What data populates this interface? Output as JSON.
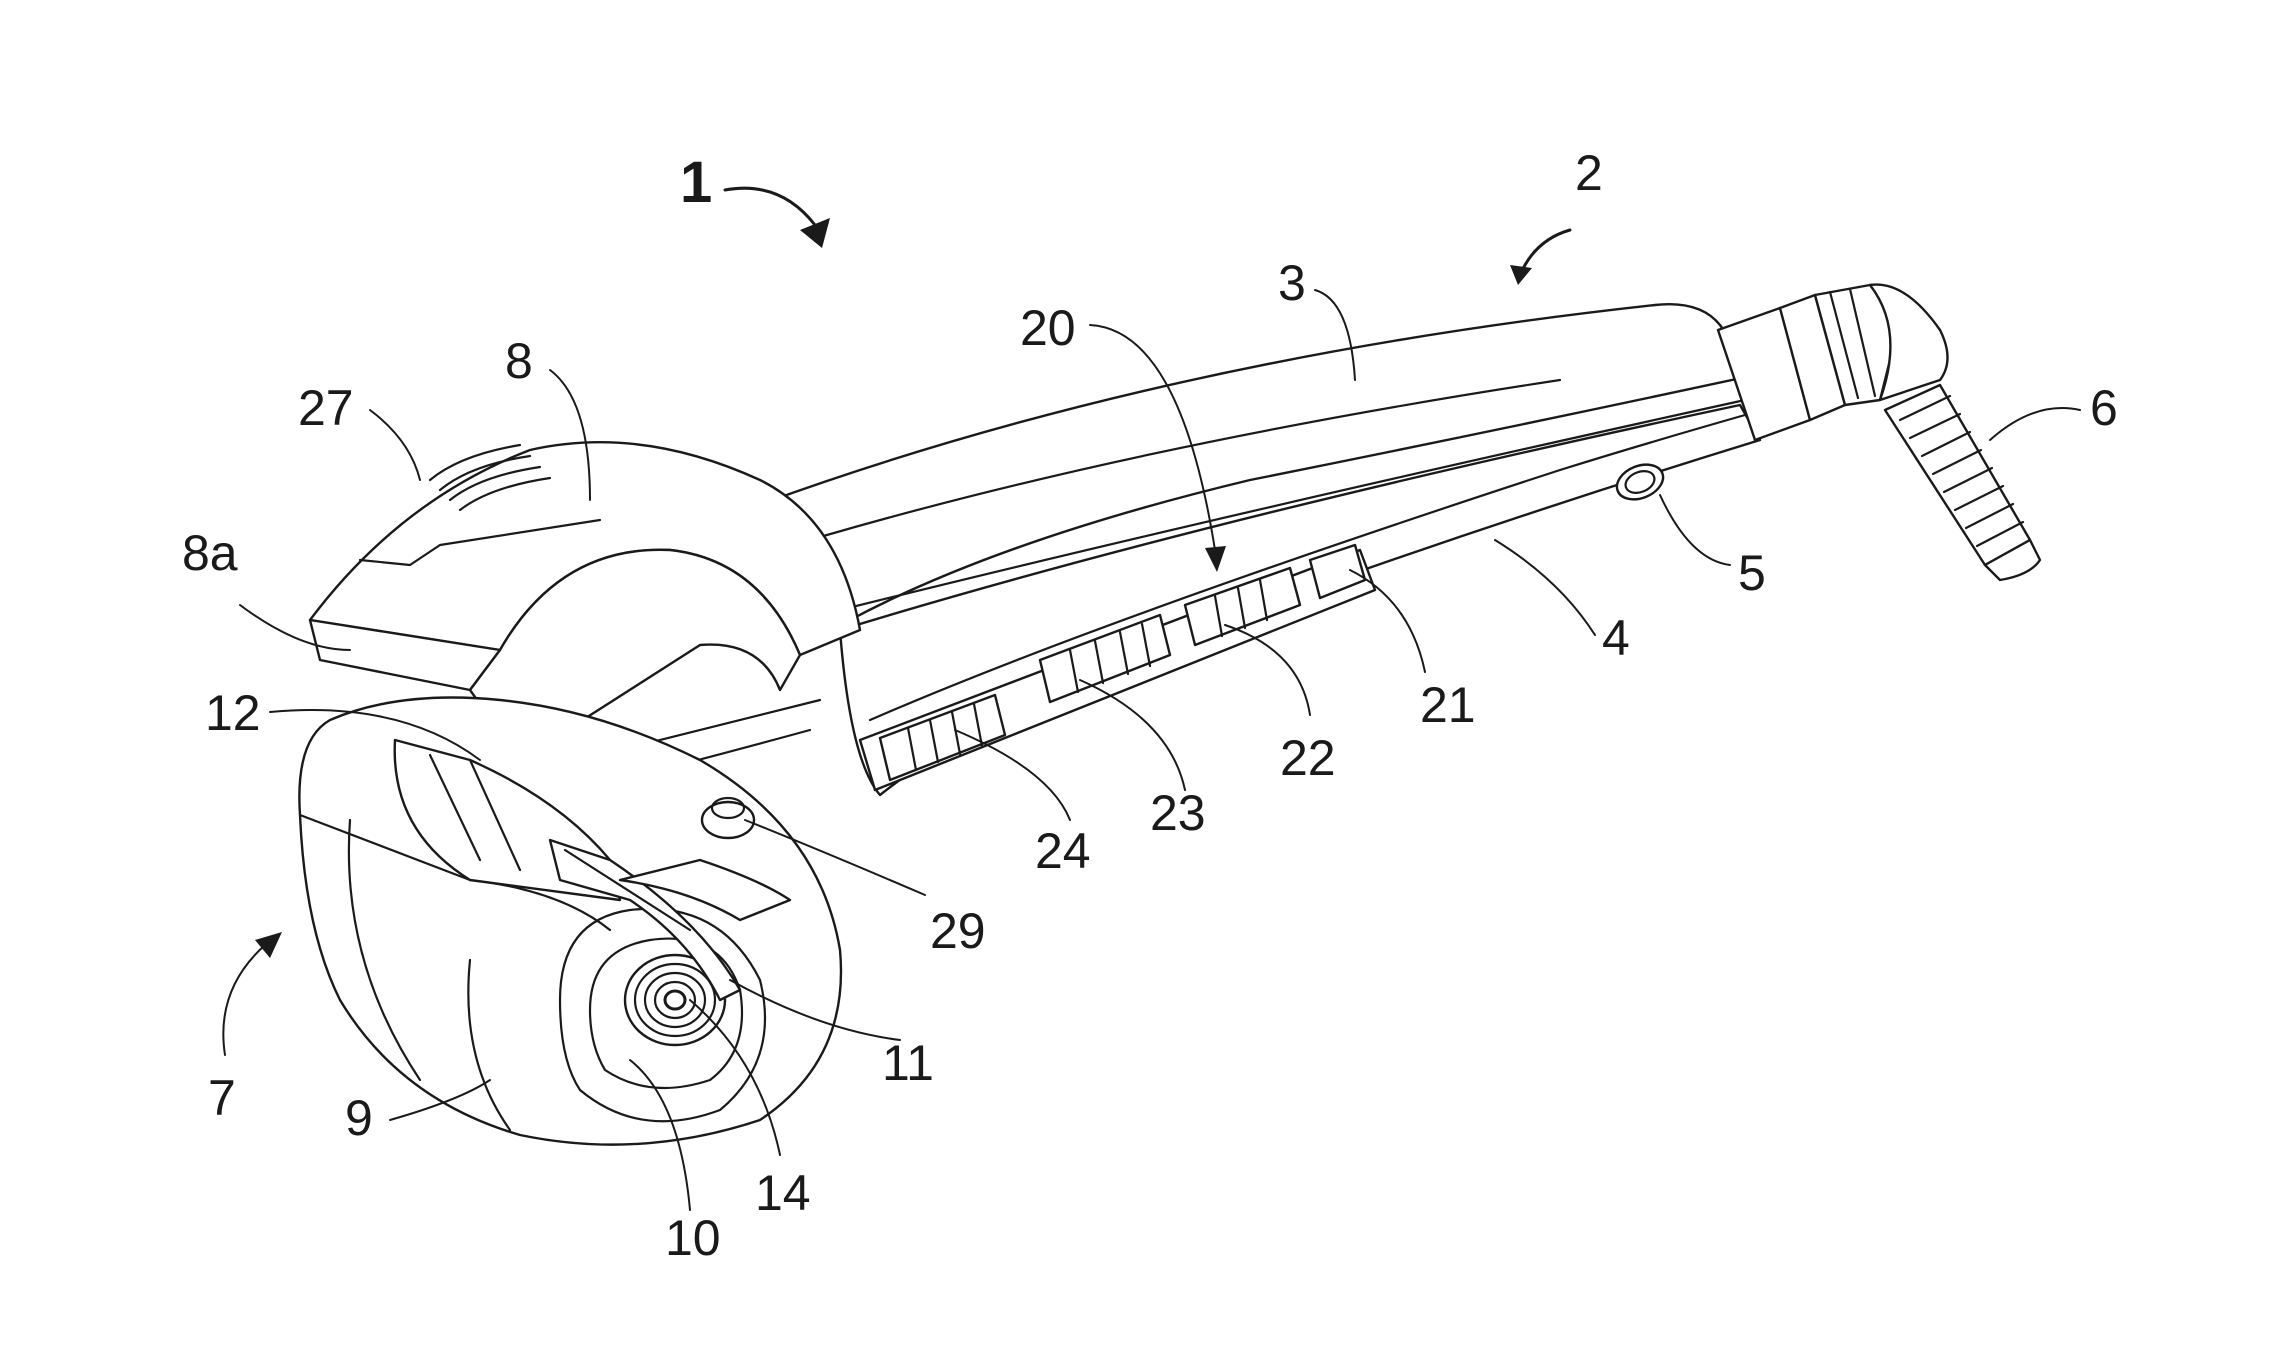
{
  "labels": {
    "l1": "1",
    "l2": "2",
    "l3": "3",
    "l4": "4",
    "l5": "5",
    "l6": "6",
    "l7": "7",
    "l8": "8",
    "l8a": "8a",
    "l9": "9",
    "l10": "10",
    "l11": "11",
    "l12": "12",
    "l14": "14",
    "l20": "20",
    "l21": "21",
    "l22": "22",
    "l23": "23",
    "l24": "24",
    "l27": "27",
    "l29": "29"
  }
}
